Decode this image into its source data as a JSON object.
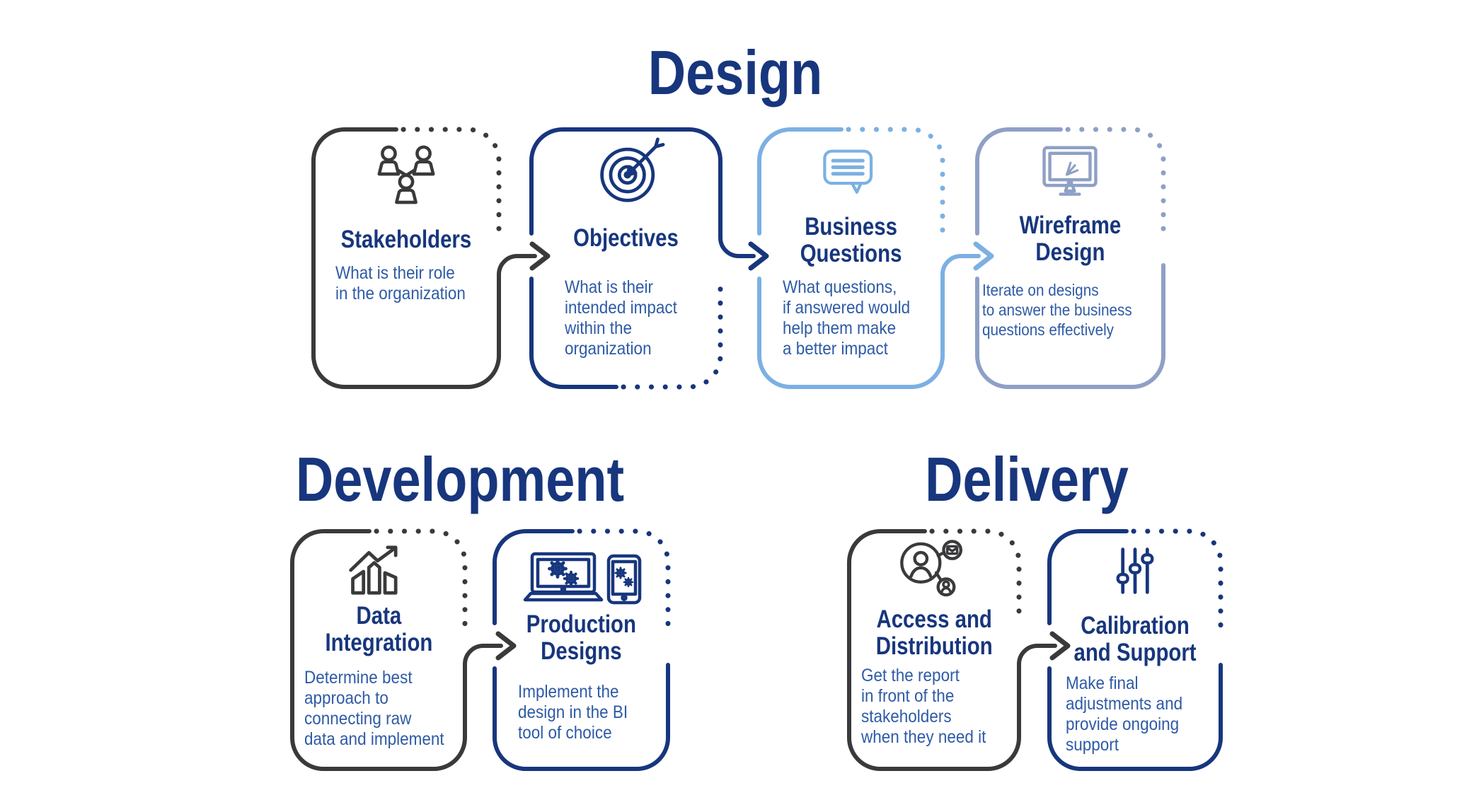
{
  "colors": {
    "heading_navy": "#17367d",
    "body_text_blue": "#2e5ba6",
    "dark_gray": "#3a393b",
    "navy": "#17367d",
    "light_blue": "#7cb0e3",
    "gray_blue": "#8fa0c6",
    "background": "#ffffff"
  },
  "sections": [
    {
      "title": "Design",
      "cards": [
        {
          "title": "Stakeholders",
          "desc": "What is their role\nin the organization",
          "icon": "org-chart-icon"
        },
        {
          "title": "Objectives",
          "desc": "What is their\nintended impact\nwithin the\norganization",
          "icon": "target-arrow-icon"
        },
        {
          "title": "Business\nQuestions",
          "desc": "What questions,\nif answered would\nhelp them make\na better impact",
          "icon": "speech-bubble-icon"
        },
        {
          "title": "Wireframe\nDesign",
          "desc": "Iterate on designs\nto answer the business\nquestions effectively",
          "icon": "monitor-wireframe-icon"
        }
      ]
    },
    {
      "title": "Development",
      "cards": [
        {
          "title": "Data\nIntegration",
          "desc": "Determine best\napproach to\nconnecting raw\ndata and implement",
          "icon": "bar-chart-growth-icon"
        },
        {
          "title": "Production\nDesigns",
          "desc": "Implement the\ndesign in the BI\ntool of choice",
          "icon": "devices-gears-icon"
        }
      ]
    },
    {
      "title": "Delivery",
      "cards": [
        {
          "title": "Access and\nDistribution",
          "desc": "Get the report\nin front of the\nstakeholders\nwhen they need it",
          "icon": "share-network-icon"
        },
        {
          "title": "Calibration\nand Support",
          "desc": "Make final\nadjustments and\nprovide ongoing\nsupport",
          "icon": "sliders-icon"
        }
      ]
    }
  ]
}
